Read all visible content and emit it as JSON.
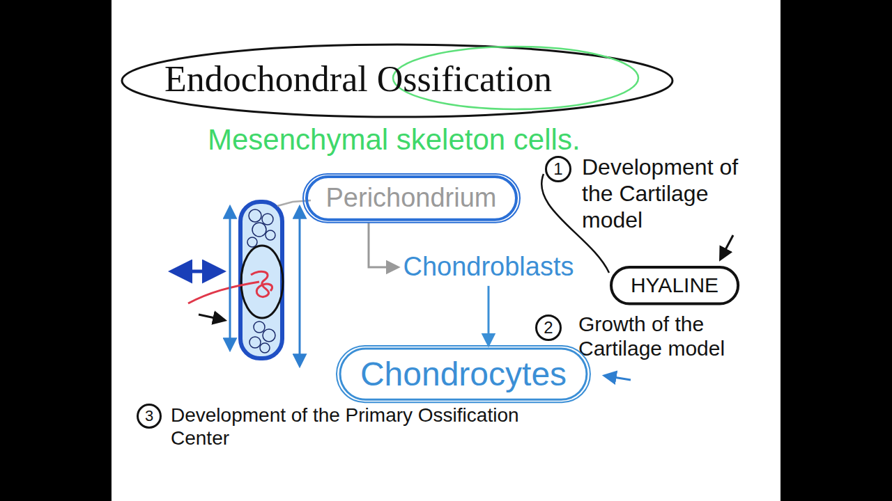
{
  "diagram": {
    "title": "Endochondral Ossification",
    "nodes": [
      {
        "text": [
          "Perichondrium"
        ]
      },
      {
        "text": [
          "Chondroblasts"
        ]
      },
      {
        "text": [
          "Chondrocytes"
        ]
      },
      {
        "text": [
          "HYALINE"
        ]
      }
    ],
    "edges": [
      {
        "from": 0,
        "to": 1,
        "arrow": "to"
      },
      {
        "from": 1,
        "to": 2,
        "arrow": "to"
      }
    ],
    "labels": [
      "Mesenchymal skeleton cells.",
      "1",
      "Development of the Cartilage model",
      "2",
      "Growth of the Cartilage model",
      "3",
      "Development of the Primary Ossification Center"
    ]
  }
}
